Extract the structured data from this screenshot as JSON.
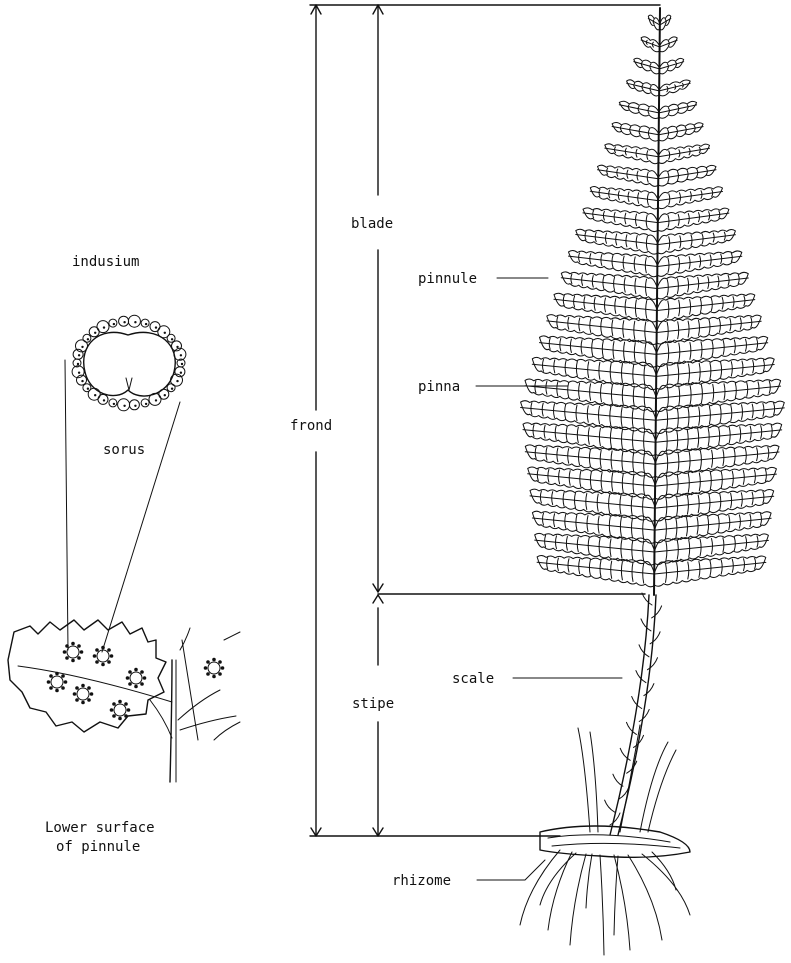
{
  "labels": {
    "indusium": "indusium",
    "sorus": "sorus",
    "lower_surface_line1": "Lower surface",
    "lower_surface_line2": "of pinnule",
    "blade": "blade",
    "frond": "frond",
    "stipe": "stipe",
    "pinnule": "pinnule",
    "pinna": "pinna",
    "scale": "scale",
    "rhizome": "rhizome"
  }
}
